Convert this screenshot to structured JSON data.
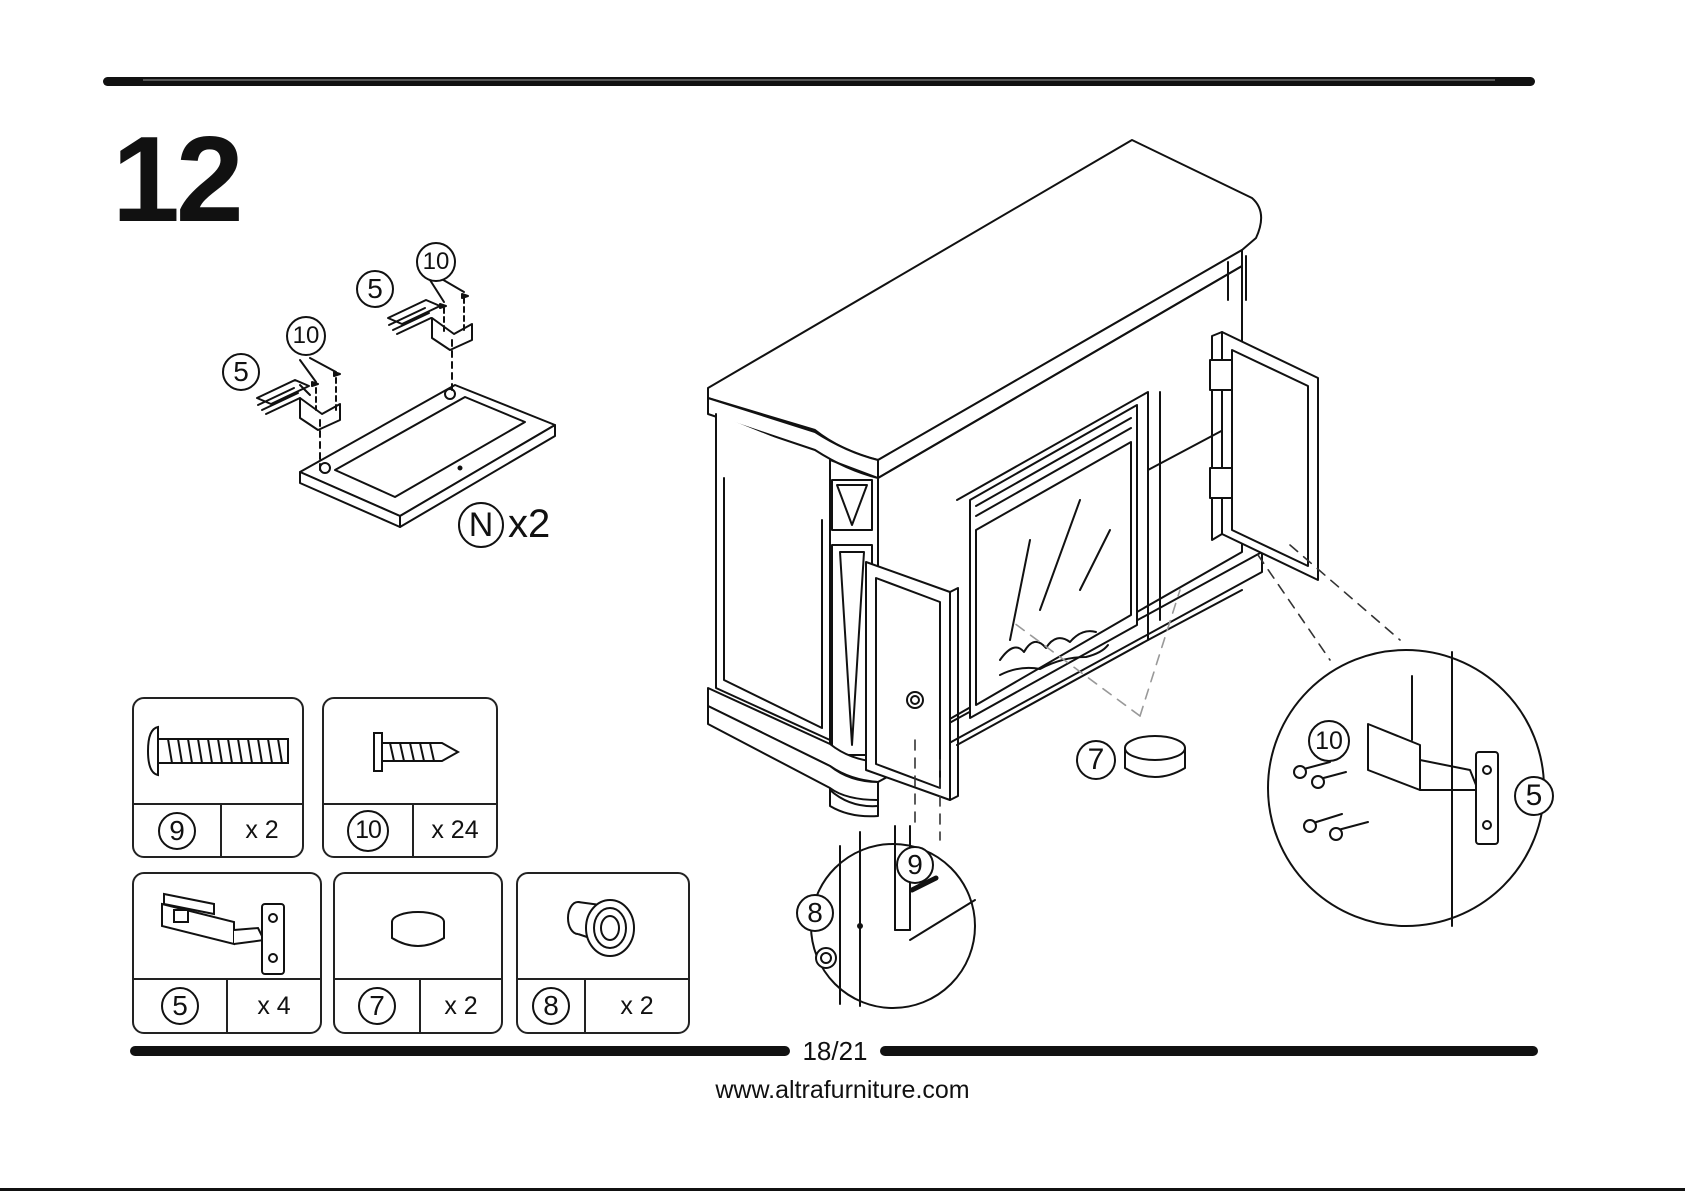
{
  "step": {
    "number": "12"
  },
  "sub_assembly": {
    "part_letter": "N",
    "quantity": "x2",
    "callouts": [
      "5",
      "10",
      "5",
      "10"
    ]
  },
  "parts": [
    {
      "id": "9",
      "qty": "x 2",
      "icon": "bolt-icon"
    },
    {
      "id": "10",
      "qty": "x 24",
      "icon": "screw-icon"
    },
    {
      "id": "5",
      "qty": "x 4",
      "icon": "hinge-icon"
    },
    {
      "id": "7",
      "qty": "x 2",
      "icon": "felt-pad-icon"
    },
    {
      "id": "8",
      "qty": "x 2",
      "icon": "knob-icon"
    }
  ],
  "main_callouts": {
    "felt_pad": "7",
    "knob_detail_bolt": "9",
    "knob_detail_knob": "8",
    "hinge_detail_screw": "10",
    "hinge_detail_hinge": "5"
  },
  "footer": {
    "page": "18/21",
    "website": "www.altrafurniture.com"
  }
}
